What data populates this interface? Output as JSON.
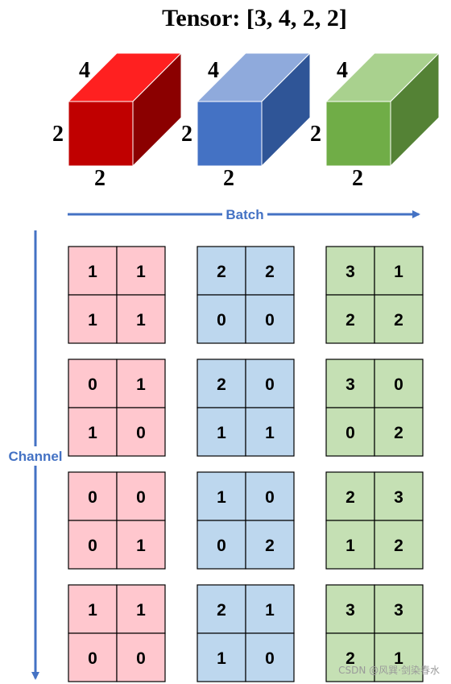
{
  "title": "Tensor: [3, 4, 2, 2]",
  "axes": {
    "batch": "Batch",
    "channel": "Channel"
  },
  "cubes": [
    {
      "depth_label": "4",
      "height_label": "2",
      "width_label": "2",
      "front": "#c00000",
      "top": "#ff2020",
      "side": "#8b0000"
    },
    {
      "depth_label": "4",
      "height_label": "2",
      "width_label": "2",
      "front": "#4472c4",
      "top": "#8faadc",
      "side": "#2f5597"
    },
    {
      "depth_label": "4",
      "height_label": "2",
      "width_label": "2",
      "front": "#70ad47",
      "top": "#a9d18e",
      "side": "#548235"
    }
  ],
  "grid_fills": [
    "#ffc7ce",
    "#bdd7ee",
    "#c5e0b4"
  ],
  "tensor": [
    [
      [
        [
          "1",
          "1"
        ],
        [
          "1",
          "1"
        ]
      ],
      [
        [
          "0",
          "1"
        ],
        [
          "1",
          "0"
        ]
      ],
      [
        [
          "0",
          "0"
        ],
        [
          "0",
          "1"
        ]
      ],
      [
        [
          "1",
          "1"
        ],
        [
          "0",
          "0"
        ]
      ]
    ],
    [
      [
        [
          "2",
          "2"
        ],
        [
          "0",
          "0"
        ]
      ],
      [
        [
          "2",
          "0"
        ],
        [
          "1",
          "1"
        ]
      ],
      [
        [
          "1",
          "0"
        ],
        [
          "0",
          "2"
        ]
      ],
      [
        [
          "2",
          "1"
        ],
        [
          "1",
          "0"
        ]
      ]
    ],
    [
      [
        [
          "3",
          "1"
        ],
        [
          "2",
          "2"
        ]
      ],
      [
        [
          "3",
          "0"
        ],
        [
          "0",
          "2"
        ]
      ],
      [
        [
          "2",
          "3"
        ],
        [
          "1",
          "2"
        ]
      ],
      [
        [
          "3",
          "3"
        ],
        [
          "2",
          "1"
        ]
      ]
    ]
  ],
  "watermark": "CSDN @风巽·剑染春水"
}
